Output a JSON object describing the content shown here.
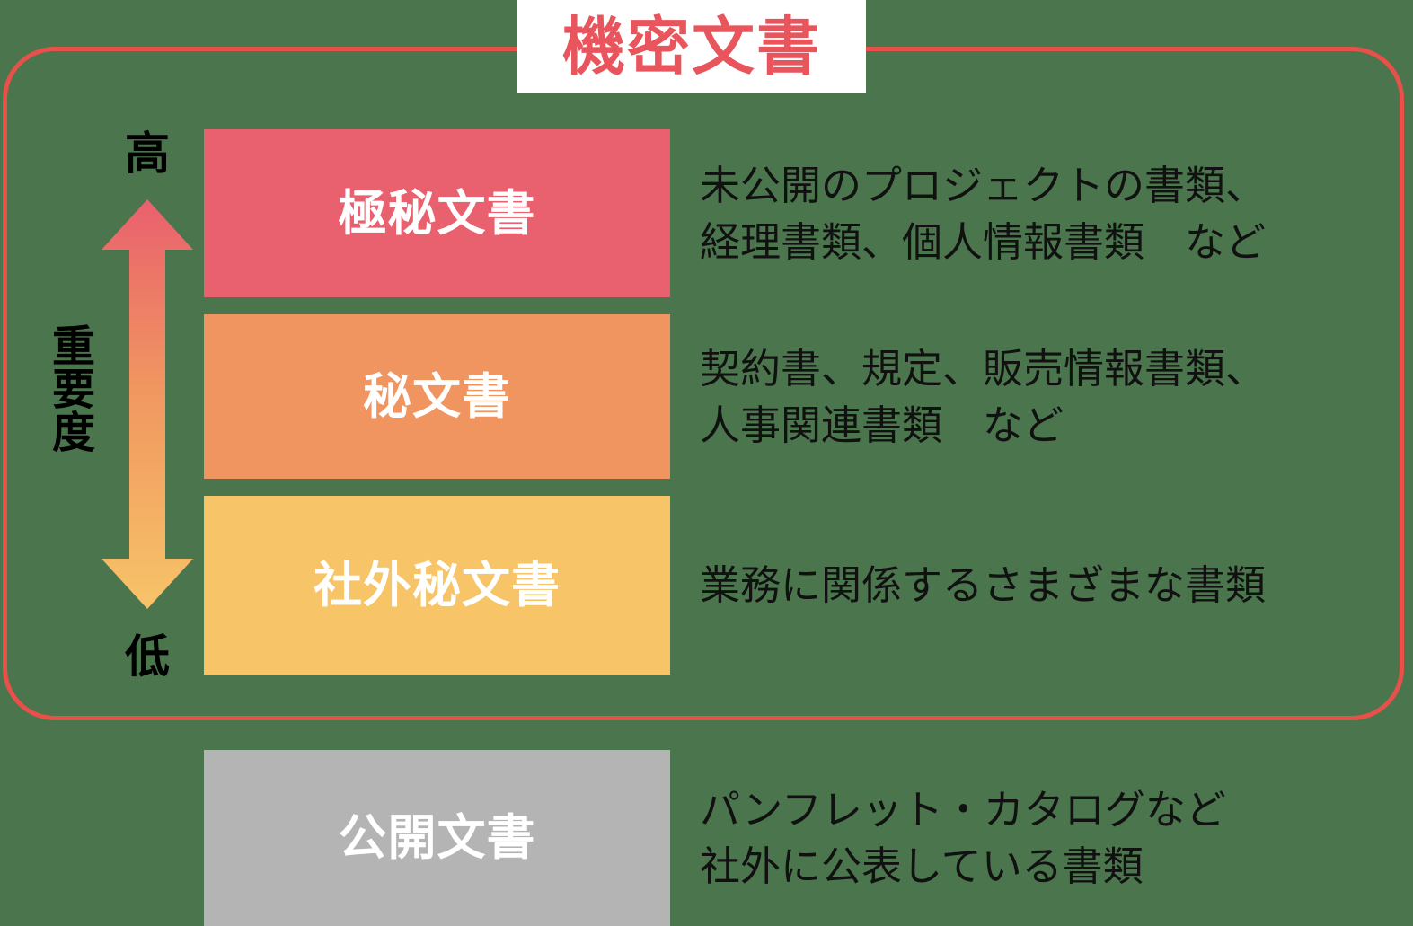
{
  "title": {
    "text": "機密文書",
    "color": "#e8555c"
  },
  "frame": {
    "border_color": "#e8504a"
  },
  "axis": {
    "high_label": "高",
    "low_label": "低",
    "name": "重要度",
    "arrow_top_color": "#e9606e",
    "arrow_bottom_color": "#f7c468"
  },
  "background_color": "#4b764d",
  "rows": [
    {
      "label": "極秘文書",
      "color": "#e9606e",
      "desc_lines": [
        "未公開のプロジェクトの書類、",
        "経理書類、個人情報書類　など"
      ]
    },
    {
      "label": "秘文書",
      "color": "#f09560",
      "desc_lines": [
        "契約書、規定、販売情報書類、",
        "人事関連書類　など"
      ]
    },
    {
      "label": "社外秘文書",
      "color": "#f7c468",
      "desc_lines": [
        "業務に関係するさまざまな書類"
      ]
    },
    {
      "label": "公開文書",
      "color": "#b4b4b4",
      "desc_lines": [
        "パンフレット・カタログなど",
        "社外に公表している書類"
      ]
    }
  ]
}
